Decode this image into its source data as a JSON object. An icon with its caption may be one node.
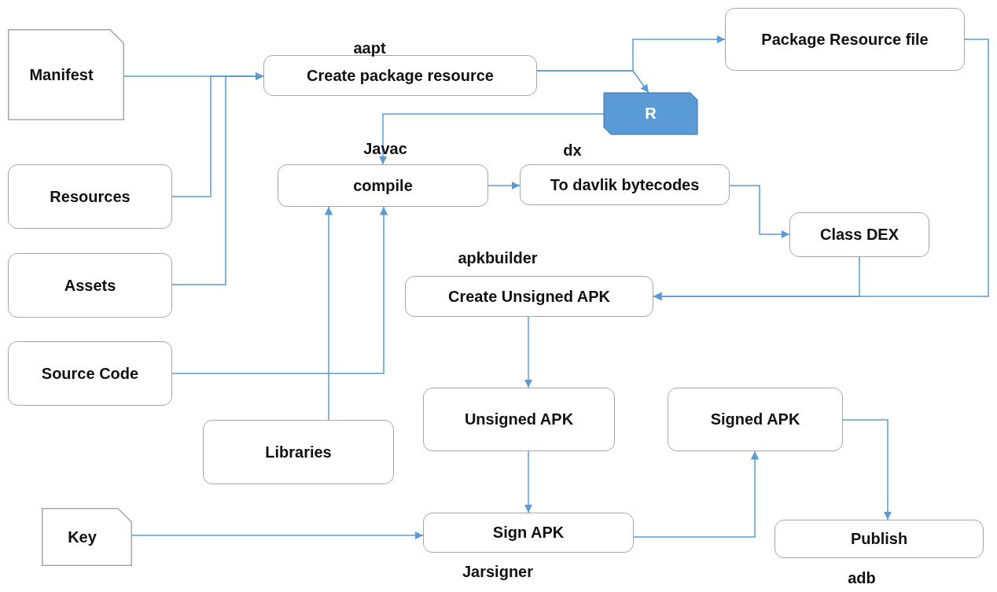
{
  "diagram": {
    "nodes": [
      {
        "text": [
          "Manifest"
        ]
      },
      {
        "text": [
          "Resources"
        ]
      },
      {
        "text": [
          "Assets"
        ]
      },
      {
        "text": [
          "Source Code"
        ]
      },
      {
        "text": [
          "Libraries"
        ]
      },
      {
        "text": [
          "Key"
        ]
      },
      {
        "text": [
          "Create package resource"
        ],
        "beside": [
          "aapt"
        ]
      },
      {
        "text": [
          "Package Resource file"
        ]
      },
      {
        "text": [
          "R"
        ]
      },
      {
        "text": [
          "compile"
        ],
        "beside": [
          "Javac"
        ]
      },
      {
        "text": [
          "To davlik bytecodes"
        ],
        "beside": [
          "dx"
        ]
      },
      {
        "text": [
          "Class DEX"
        ]
      },
      {
        "text": [
          "Create Unsigned APK"
        ],
        "beside": [
          "apkbuilder"
        ]
      },
      {
        "text": [
          "Unsigned APK"
        ]
      },
      {
        "text": [
          "Sign APK"
        ],
        "beside": [
          "Jarsigner"
        ]
      },
      {
        "text": [
          "Signed APK"
        ]
      },
      {
        "text": [
          "Publish"
        ],
        "beside": [
          "adb"
        ]
      }
    ],
    "edges": [
      {
        "from": 0,
        "to": 6,
        "arrow": "to"
      },
      {
        "from": 1,
        "to": 6,
        "arrow": "to"
      },
      {
        "from": 2,
        "to": 6,
        "arrow": "to"
      },
      {
        "from": 3,
        "to": 9,
        "arrow": "to"
      },
      {
        "from": 4,
        "to": 9,
        "arrow": "to"
      },
      {
        "from": 6,
        "to": 7,
        "arrow": "to"
      },
      {
        "from": 6,
        "to": 8,
        "arrow": "to"
      },
      {
        "from": 8,
        "to": 9,
        "arrow": "to"
      },
      {
        "from": 9,
        "to": 10,
        "arrow": "to"
      },
      {
        "from": 10,
        "to": 11,
        "arrow": "to"
      },
      {
        "from": 11,
        "to": 12,
        "arrow": "to"
      },
      {
        "from": 7,
        "to": 12,
        "arrow": "to"
      },
      {
        "from": 12,
        "to": 13,
        "arrow": "to"
      },
      {
        "from": 13,
        "to": 14,
        "arrow": "to"
      },
      {
        "from": 5,
        "to": 14,
        "arrow": "to"
      },
      {
        "from": 14,
        "to": 15,
        "arrow": "to"
      },
      {
        "from": 15,
        "to": 16,
        "arrow": "to"
      }
    ]
  }
}
